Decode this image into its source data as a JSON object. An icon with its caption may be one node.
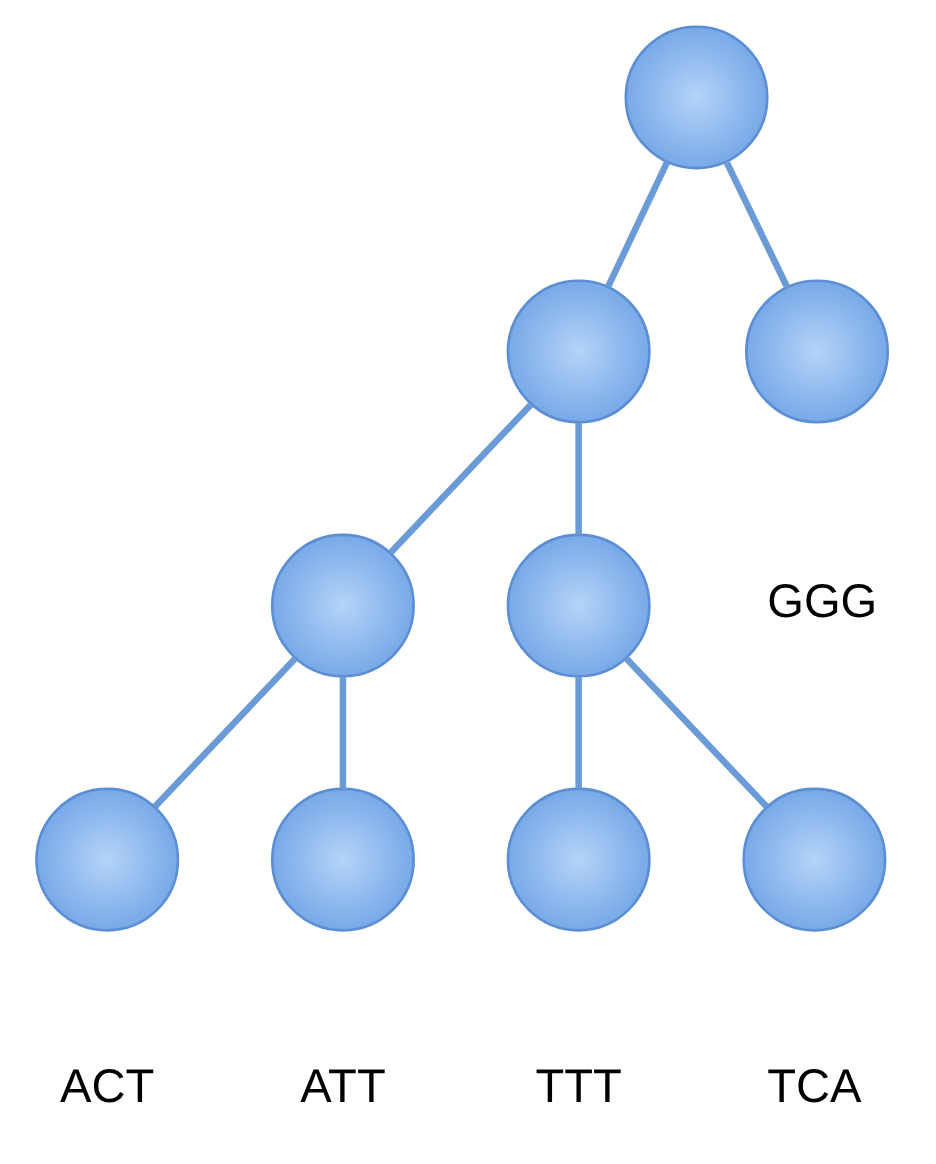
{
  "diagram": {
    "nodes": [
      {
        "text": [],
        "shape": "circle"
      },
      {
        "text": [],
        "shape": "circle"
      },
      {
        "text": [],
        "shape": "circle",
        "beside": [
          "GGG"
        ]
      },
      {
        "text": [],
        "shape": "circle"
      },
      {
        "text": [],
        "shape": "circle"
      },
      {
        "text": [],
        "shape": "circle",
        "beside": [
          "ACT"
        ]
      },
      {
        "text": [],
        "shape": "circle",
        "beside": [
          "ATT"
        ]
      },
      {
        "text": [],
        "shape": "circle",
        "beside": [
          "TTT"
        ]
      },
      {
        "text": [],
        "shape": "circle",
        "beside": [
          "TCA"
        ]
      }
    ],
    "edges": [
      {
        "from": 0,
        "to": 1,
        "arrow": "none"
      },
      {
        "from": 0,
        "to": 2,
        "arrow": "none"
      },
      {
        "from": 1,
        "to": 3,
        "arrow": "none"
      },
      {
        "from": 1,
        "to": 4,
        "arrow": "none"
      },
      {
        "from": 3,
        "to": 5,
        "arrow": "none"
      },
      {
        "from": 3,
        "to": 6,
        "arrow": "none"
      },
      {
        "from": 4,
        "to": 7,
        "arrow": "none"
      },
      {
        "from": 4,
        "to": 8,
        "arrow": "none"
      }
    ]
  }
}
